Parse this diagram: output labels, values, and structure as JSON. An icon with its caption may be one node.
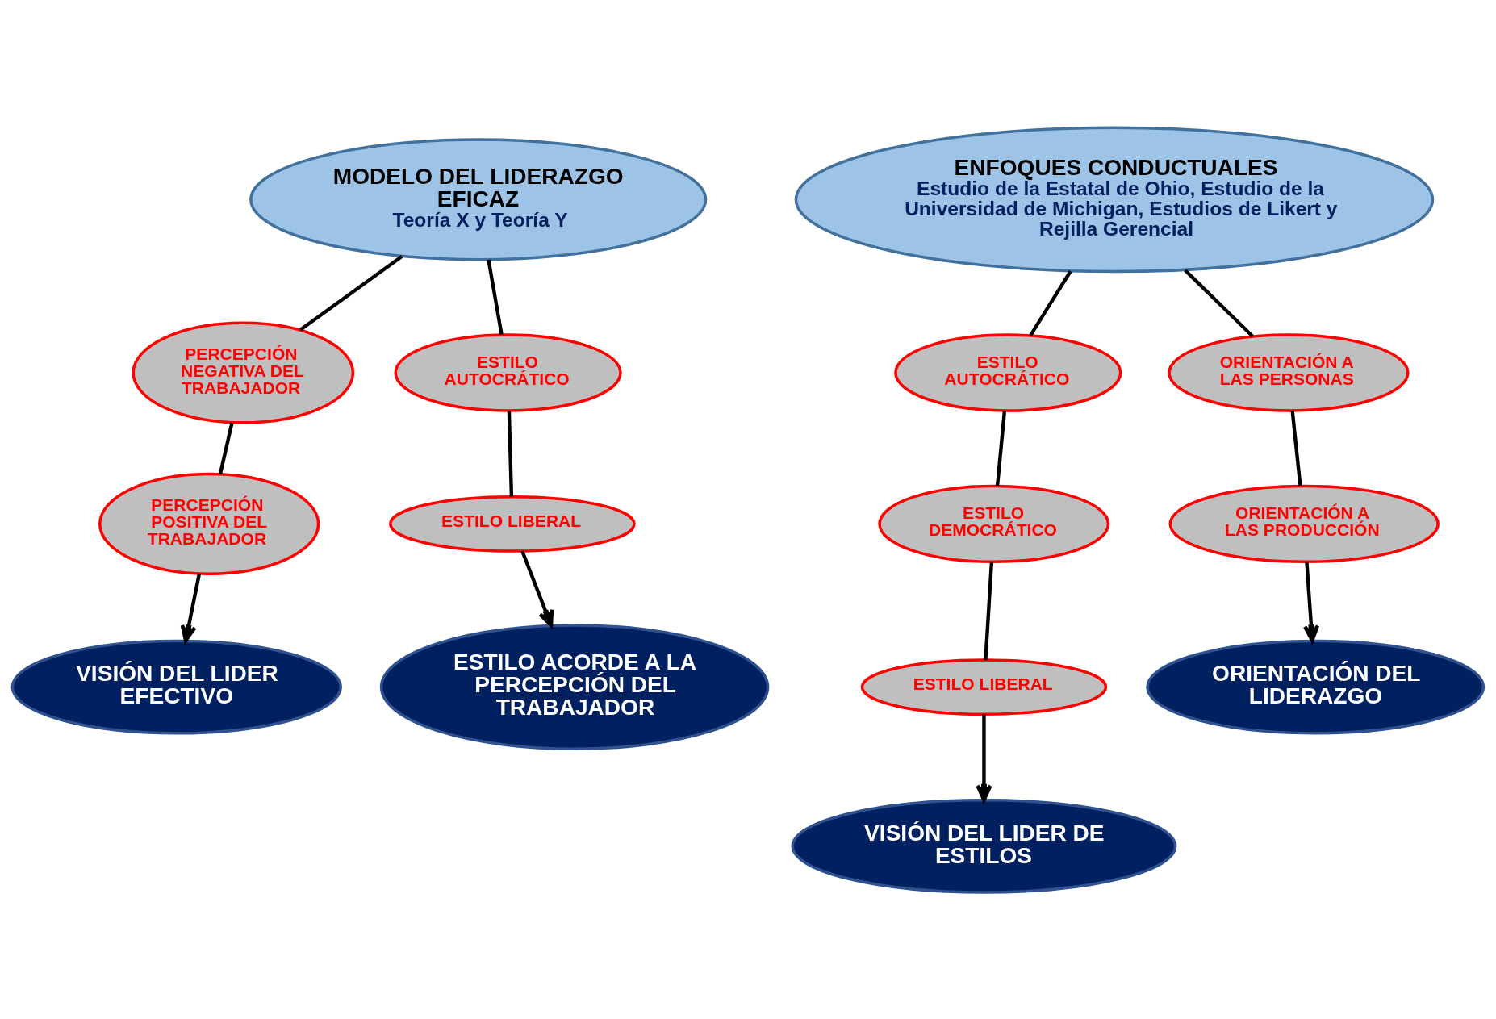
{
  "diagram": {
    "nodes": [
      {
        "text": [
          "MODELO DEL LIDERAZGO EFICAZ",
          "Teoría X y Teoría Y"
        ]
      },
      {
        "text": [
          "PERCEPCIÓN NEGATIVA DEL TRABAJADOR"
        ]
      },
      {
        "text": [
          "ESTILO AUTOCRÁTICO"
        ]
      },
      {
        "text": [
          "PERCEPCIÓN POSITIVA DEL TRABAJADOR"
        ]
      },
      {
        "text": [
          "ESTILO LIBERAL"
        ]
      },
      {
        "text": [
          "VISIÓN DEL LIDER EFECTIVO"
        ]
      },
      {
        "text": [
          "ESTILO ACORDE A LA PERCEPCIÓN DEL TRABAJADOR"
        ]
      },
      {
        "text": [
          "ENFOQUES CONDUCTUALES",
          "Estudio de la Estatal de Ohio, Estudio de la Universidad de Michigan, Estudios de Likert y Rejilla Gerencial"
        ]
      },
      {
        "text": [
          "ESTILO AUTOCRÁTICO"
        ]
      },
      {
        "text": [
          "ORIENTACIÓN A LAS PERSONAS"
        ]
      },
      {
        "text": [
          "ESTILO DEMOCRÁTICO"
        ]
      },
      {
        "text": [
          "ORIENTACIÓN A LAS PRODUCCIÓN"
        ]
      },
      {
        "text": [
          "ESTILO LIBERAL"
        ]
      },
      {
        "text": [
          "VISIÓN DEL LIDER DE ESTILOS"
        ]
      },
      {
        "text": [
          "ORIENTACIÓN DEL LIDERAZGO"
        ]
      }
    ],
    "edges": [
      {
        "from": 0,
        "to": 1,
        "arrow": "none"
      },
      {
        "from": 0,
        "to": 2,
        "arrow": "none"
      },
      {
        "from": 1,
        "to": 3,
        "arrow": "none"
      },
      {
        "from": 2,
        "to": 4,
        "arrow": "none"
      },
      {
        "from": 3,
        "to": 5,
        "arrow": "to"
      },
      {
        "from": 4,
        "to": 6,
        "arrow": "to"
      },
      {
        "from": 7,
        "to": 8,
        "arrow": "none"
      },
      {
        "from": 7,
        "to": 9,
        "arrow": "none"
      },
      {
        "from": 8,
        "to": 10,
        "arrow": "none"
      },
      {
        "from": 10,
        "to": 12,
        "arrow": "none"
      },
      {
        "from": 12,
        "to": 13,
        "arrow": "to"
      },
      {
        "from": 9,
        "to": 11,
        "arrow": "none"
      },
      {
        "from": 11,
        "to": 14,
        "arrow": "to"
      }
    ]
  }
}
